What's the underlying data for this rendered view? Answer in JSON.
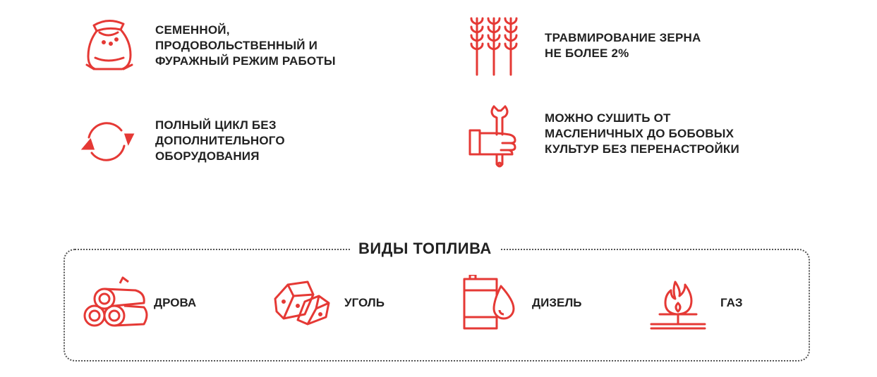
{
  "accent_color": "#e53935",
  "features": [
    {
      "icon": "grain-sack-icon",
      "text": "СЕМЕННОЙ,\nПРОДОВОЛЬСТВЕННЫЙ И\nФУРАЖНЫЙ РЕЖИМ РАБОТЫ"
    },
    {
      "icon": "wheat-icon",
      "text": "ТРАВМИРОВАНИЕ ЗЕРНА\nНЕ БОЛЕЕ 2%"
    },
    {
      "icon": "cycle-arrows-icon",
      "text": "ПОЛНЫЙ ЦИКЛ БЕЗ\nДОПОЛНИТЕЛЬНОГО\nОБОРУДОВАНИЯ"
    },
    {
      "icon": "hand-wrench-icon",
      "text": "МОЖНО СУШИТЬ ОТ\nМАСЛЕНИЧНЫХ ДО БОБОВЫХ\nКУЛЬТУР БЕЗ ПЕРЕНАСТРОЙКИ"
    }
  ],
  "fuel_section": {
    "title": "ВИДЫ ТОПЛИВА",
    "items": [
      {
        "icon": "firewood-icon",
        "label": "ДРОВА"
      },
      {
        "icon": "coal-icon",
        "label": "УГОЛЬ"
      },
      {
        "icon": "diesel-barrel-icon",
        "label": "ДИЗЕЛЬ"
      },
      {
        "icon": "gas-flame-icon",
        "label": "ГАЗ"
      }
    ]
  }
}
